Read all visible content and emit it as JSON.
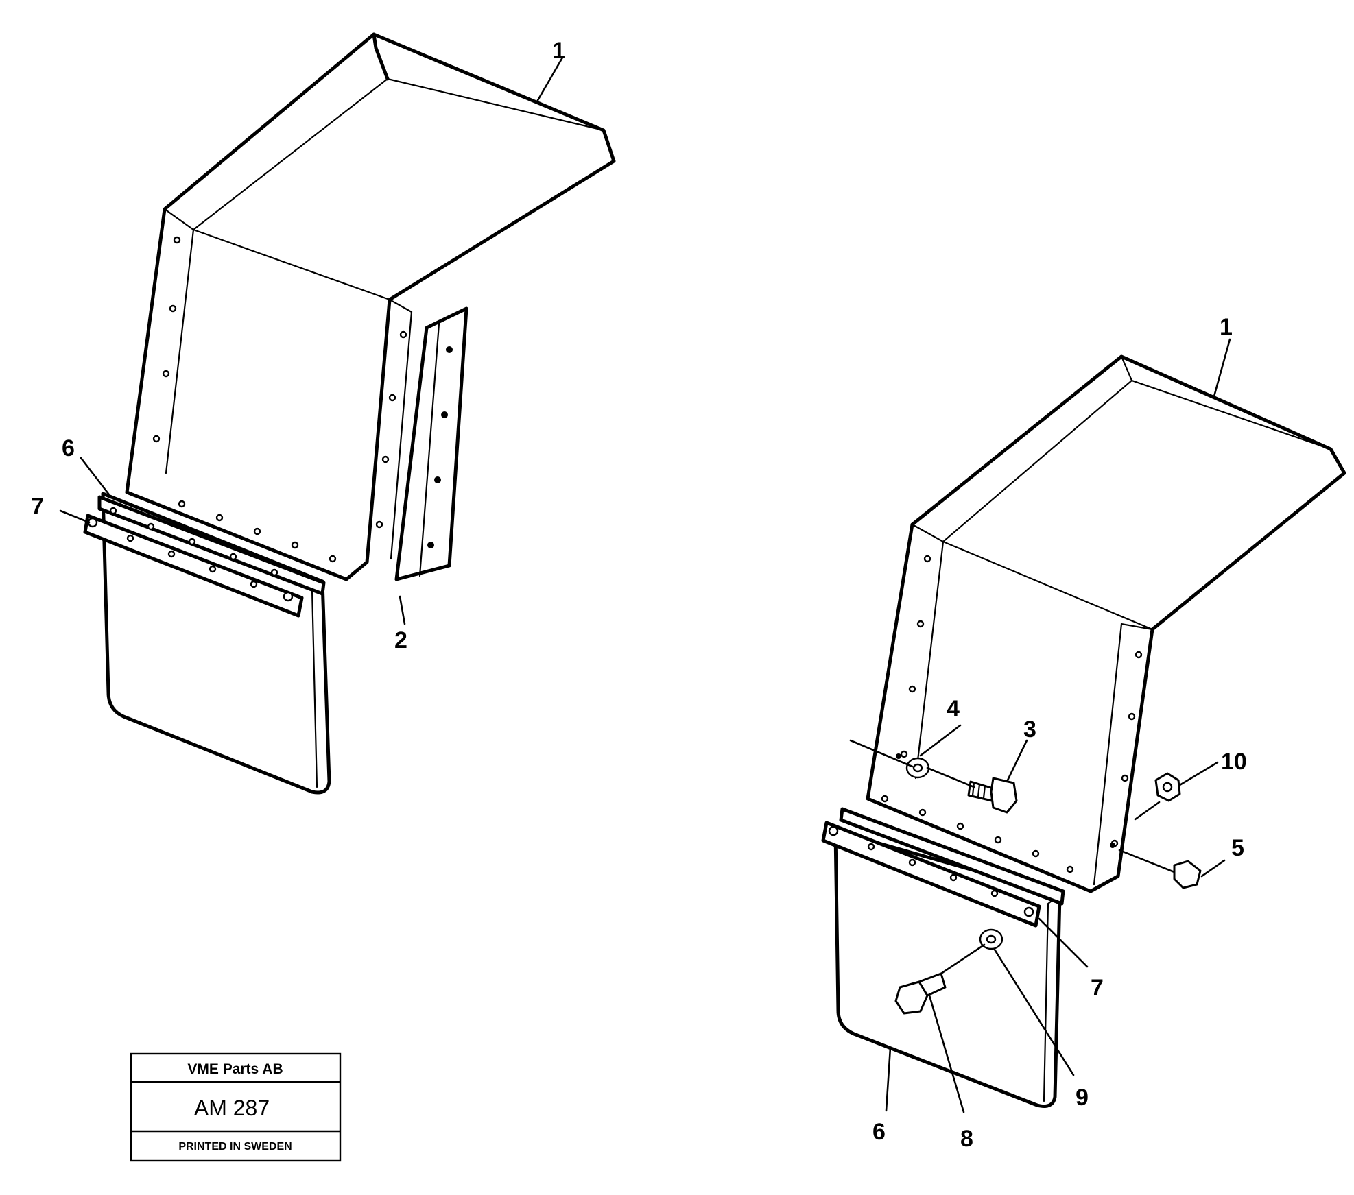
{
  "callouts": {
    "left_1": "1",
    "left_2": "2",
    "left_6": "6",
    "left_7": "7",
    "right_1": "1",
    "right_3": "3",
    "right_4": "4",
    "right_5": "5",
    "right_6": "6",
    "right_7": "7",
    "right_8": "8",
    "right_9": "9",
    "right_10": "10"
  },
  "stamp": {
    "company": "VME Parts AB",
    "code": "AM 287",
    "printed": "PRINTED IN SWEDEN"
  }
}
